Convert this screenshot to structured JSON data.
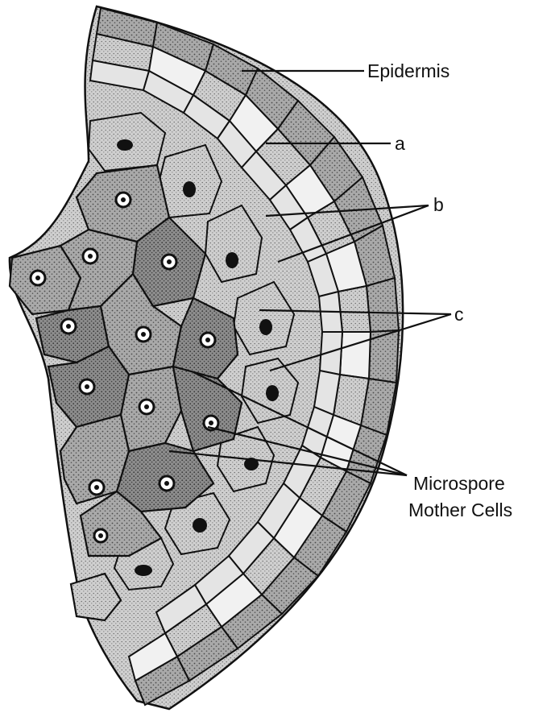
{
  "labels": {
    "epidermis": "Epidermis",
    "a": "a",
    "b": "b",
    "c": "c",
    "msmc_line1": "Microspore",
    "msmc_line2": "Mother Cells"
  }
}
